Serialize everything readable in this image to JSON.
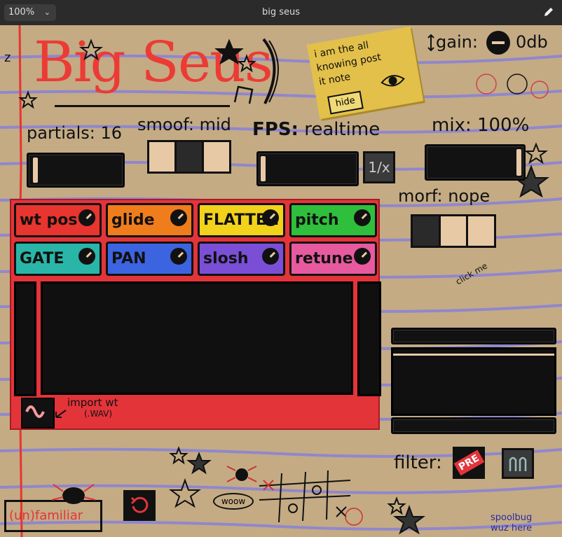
{
  "window": {
    "zoom": "100%",
    "title": "big seus"
  },
  "header": {
    "logo_text": "Big Seus"
  },
  "gain": {
    "label": "gain:",
    "value": "0db"
  },
  "sticky": {
    "text_lines": [
      "i am the all",
      "knowing post",
      "it note"
    ],
    "hide_label": "hide"
  },
  "partials": {
    "label": "partials:",
    "value": "16",
    "level": 0.05
  },
  "smoof": {
    "label": "smoof:",
    "value": "mid",
    "selected_index": 1
  },
  "fps": {
    "label": "FPS:",
    "value": "realtime",
    "level": 0.02,
    "ratio_label": "1/x"
  },
  "mix": {
    "label": "mix:",
    "value": "100%",
    "level": 0.98
  },
  "morf": {
    "label": "morf:",
    "value": "nope",
    "selected_index": 0
  },
  "params": [
    {
      "label": "wt pos",
      "color": "#e8352f"
    },
    {
      "label": "glide",
      "color": "#f07d1c"
    },
    {
      "label": "FLATTEN",
      "color": "#f2d21b"
    },
    {
      "label": "pitch",
      "color": "#2fbf3c"
    },
    {
      "label": "GATE",
      "color": "#29b6a8"
    },
    {
      "label": "PAN",
      "color": "#3d64e0"
    },
    {
      "label": "slosh",
      "color": "#7a4fd6"
    },
    {
      "label": "retune",
      "color": "#e75aa0"
    }
  ],
  "import": {
    "label_line1": "import wt",
    "label_line2": "(.WAV)"
  },
  "click_me": "click me",
  "filter": {
    "label": "filter:",
    "pre_label": "PRE"
  },
  "bottom": {
    "familiar_label": "(un)familiar",
    "woow_label": "woow",
    "credit_line1": "spoolbug",
    "credit_line2": "wuz here"
  },
  "colors": {
    "paper": "#c4ab84",
    "line": "#8b84d6",
    "margin": "#e8352f",
    "panel": "#e3343a"
  }
}
